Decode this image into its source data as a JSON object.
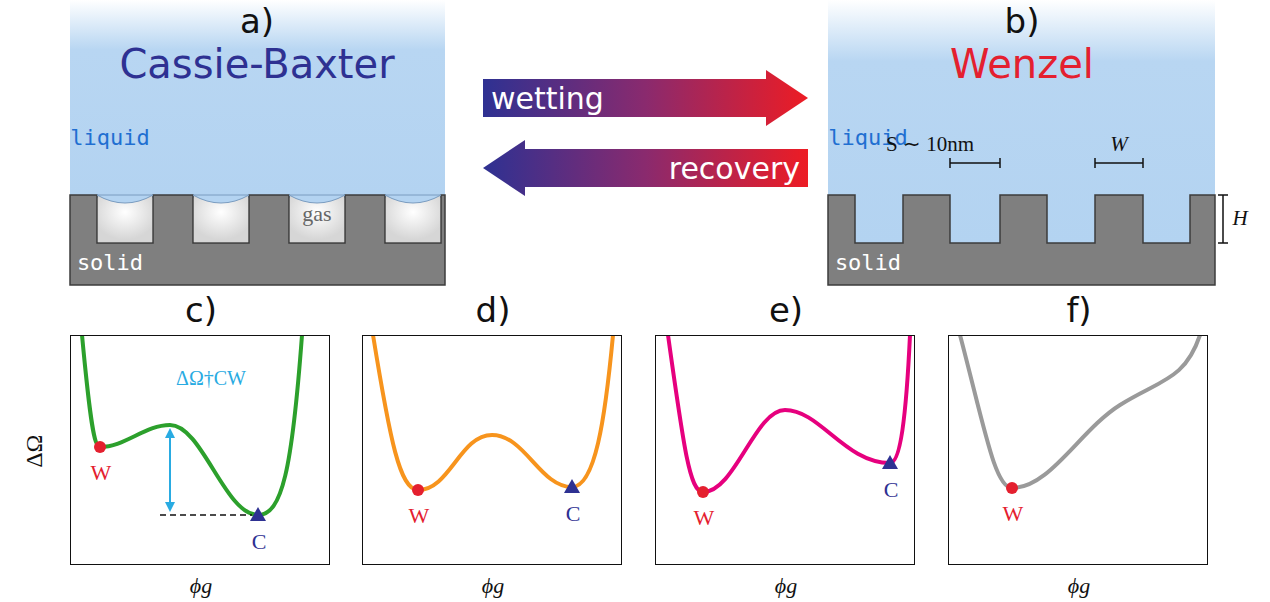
{
  "diagram": {
    "nodes": [
      {
        "text": [
          "a)",
          "Cassie-Baxter",
          "liquid",
          "gas",
          "solid"
        ]
      },
      {
        "text": [
          "b)",
          "Wenzel",
          "liquid",
          "S ∼ 10nm",
          "W",
          "H",
          "solid"
        ]
      },
      {
        "text": [
          "c)",
          "ΔΩ",
          "ΔΩ†CW",
          "W",
          "C",
          "ϕg"
        ]
      },
      {
        "text": [
          "d)",
          "W",
          "C",
          "ϕg"
        ]
      },
      {
        "text": [
          "e)",
          "W",
          "C",
          "ϕg"
        ]
      },
      {
        "text": [
          "f)",
          "W",
          "ϕg"
        ]
      }
    ],
    "edges": [
      {
        "from": 0,
        "to": 1,
        "arrow": "to",
        "label": "wetting"
      },
      {
        "from": 1,
        "to": 0,
        "arrow": "to",
        "label": "recovery"
      }
    ]
  }
}
